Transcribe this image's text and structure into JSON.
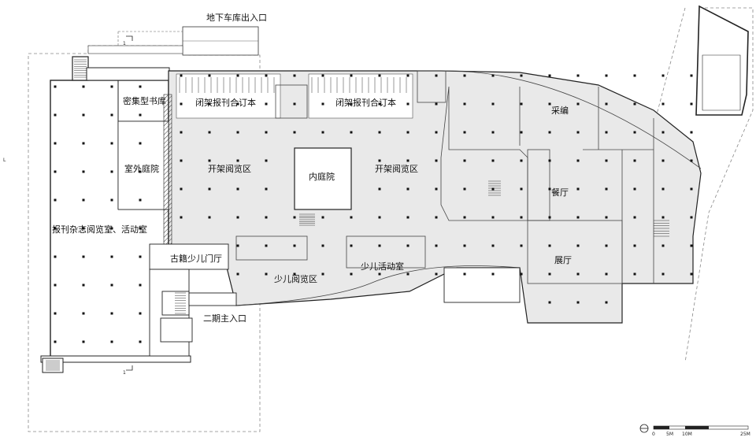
{
  "rooms": {
    "parking_entrance": "地下车库出入口",
    "compact_stacks": "密集型书库",
    "closed_stacks_1": "闭架报刊合订本",
    "closed_stacks_2": "闭架报刊合订本",
    "acquisition": "采编",
    "outdoor_courtyard": "室外庭院",
    "open_reading_1": "开架阅览区",
    "inner_courtyard": "内庭院",
    "open_reading_2": "开架阅览区",
    "dining": "餐厅",
    "periodicals": "报刊杂志阅览室、活动室",
    "ancient_children_hall": "古籍少儿门厅",
    "children_activity": "少儿活动室",
    "exhibition": "展厅",
    "children_reading": "少儿阅览区",
    "phase2_entrance": "二期主入口"
  },
  "marks": {
    "section_1": "1",
    "section_2": "1",
    "left_tick": "L"
  },
  "scale_bar": {
    "labels": [
      "0",
      "5M",
      "10M",
      "25M"
    ]
  },
  "colors": {
    "floor_fill": "#e9e9e9",
    "line": "#333333",
    "column": "#111111"
  }
}
